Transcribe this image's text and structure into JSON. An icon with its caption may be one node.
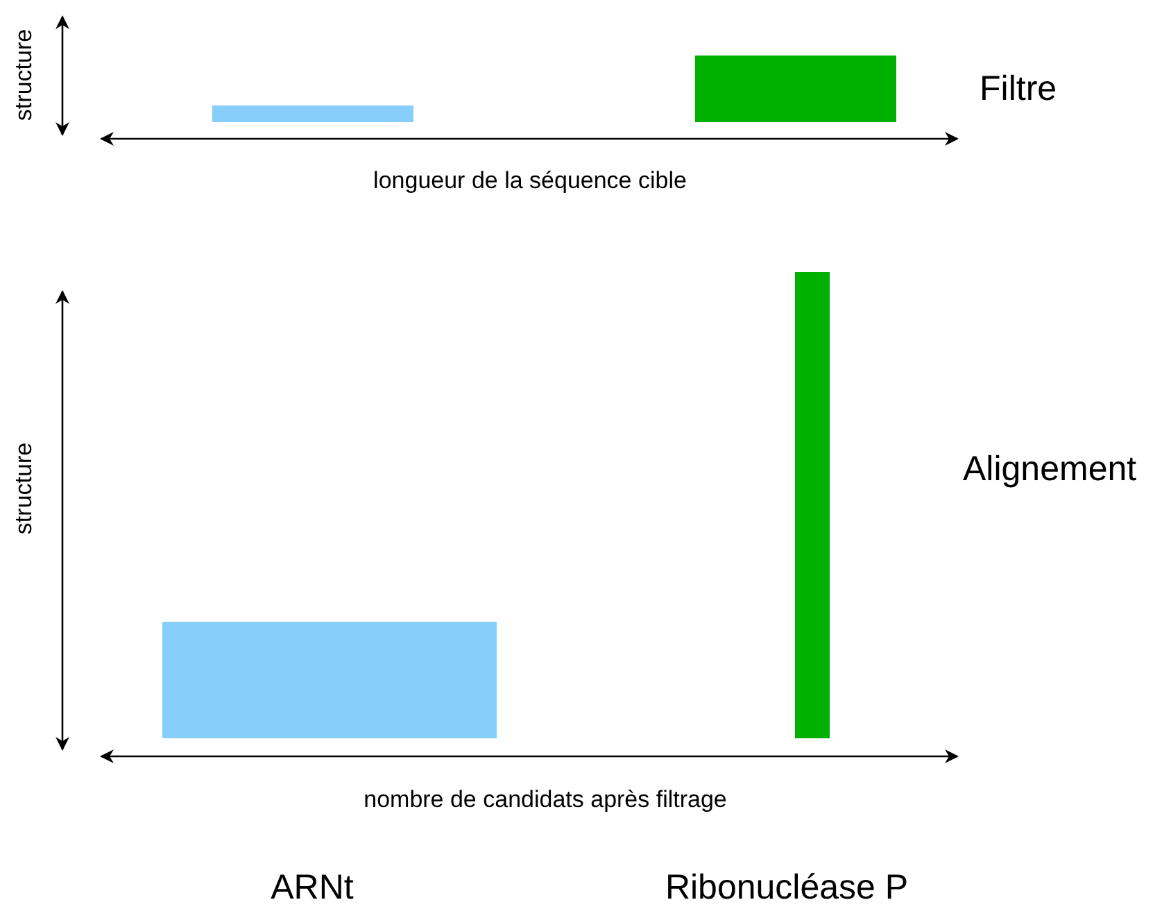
{
  "diagram": {
    "nodes": [
      {
        "text": [],
        "shape": "bar"
      },
      {
        "text": [],
        "shape": "bar"
      },
      {
        "text": [],
        "shape": "bar"
      },
      {
        "text": [],
        "shape": "bar"
      }
    ],
    "labels": [
      "structure",
      "Filtre",
      "longueur de la séquence cible",
      "structure",
      "Alignement",
      "nombre de candidats après filtrage",
      "ARNt",
      "Ribonucléase P"
    ]
  }
}
